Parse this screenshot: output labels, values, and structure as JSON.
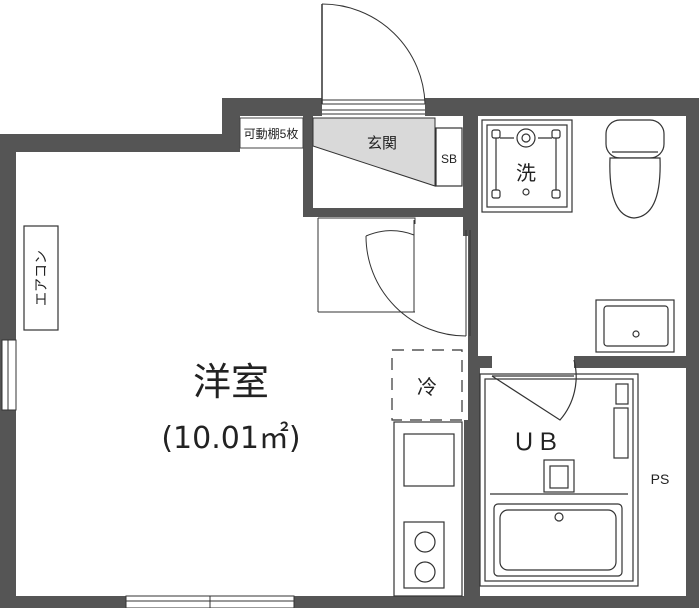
{
  "labels": {
    "room_name": "洋室",
    "room_area": "(10.01㎡)",
    "entrance": "玄関",
    "shoe_box": "SB",
    "shelf": "可動棚5枚",
    "aircon": "エアコン",
    "washer": "洗",
    "fridge": "冷",
    "unit_bath": "ＵＢ",
    "pipe_space": "PS"
  },
  "colors": {
    "wall": "#555555",
    "line": "#333333",
    "entrance_floor": "#d9d9d9"
  }
}
